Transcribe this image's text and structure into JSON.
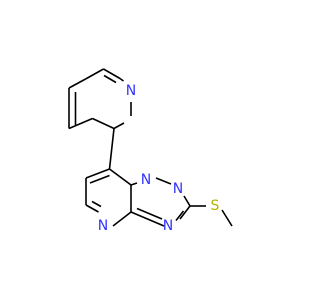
{
  "molecule": {
    "atoms": {
      "n_pyridine": {
        "label": "N",
        "color": "#3333ff"
      },
      "n_bridge": {
        "label": "N",
        "color": "#3333ff"
      },
      "n_triazole_top": {
        "label": "N",
        "color": "#3333ff"
      },
      "n_triazole_low": {
        "label": "N",
        "color": "#3333ff"
      },
      "n_pyrimidine": {
        "label": "N",
        "color": "#3333ff"
      },
      "s_thioether": {
        "label": "S",
        "color": "#b2b200"
      }
    },
    "bond_color": "#000000",
    "background": "#ffffff"
  }
}
